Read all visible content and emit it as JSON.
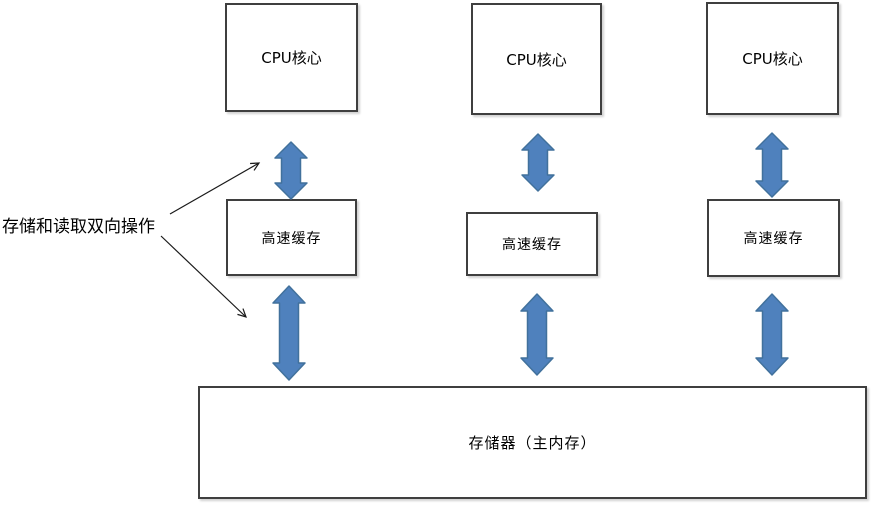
{
  "diagram": {
    "annotation": {
      "label": "存储和读取双向操作"
    },
    "columns": [
      {
        "cpu": "CPU核心",
        "cache": "高速缓存"
      },
      {
        "cpu": "CPU核心",
        "cache": "高速缓存"
      },
      {
        "cpu": "CPU核心",
        "cache": "高速缓存"
      }
    ],
    "memory": {
      "label": "存储器（主内存）"
    },
    "icons": {
      "bidirectional_arrow": "⇕",
      "pointer_arrow": "↗"
    },
    "colors": {
      "arrow_fill": "#4f81bd",
      "arrow_stroke": "#41719c",
      "box_border": "#3f3f3f",
      "annotation_line": "#1a1a1a",
      "background": "#ffffff"
    }
  }
}
